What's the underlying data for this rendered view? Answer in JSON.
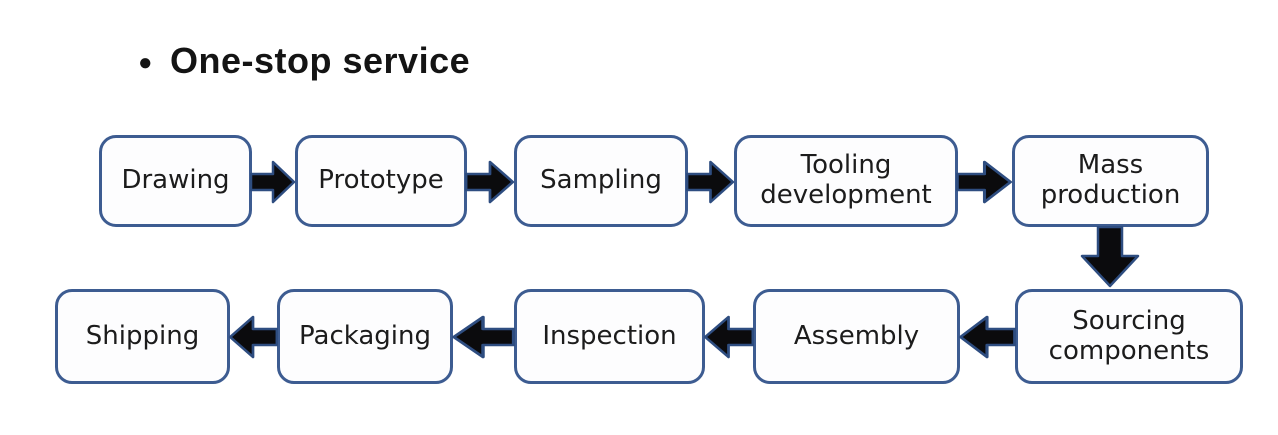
{
  "title": {
    "bullet": "●",
    "text": "One-stop service"
  },
  "flow": {
    "row1": {
      "direction": "left-to-right",
      "boxes": [
        {
          "label": "Drawing"
        },
        {
          "label": "Prototype"
        },
        {
          "label": "Sampling"
        },
        {
          "label": "Tooling\ndevelopment"
        },
        {
          "label": "Mass\nproduction"
        }
      ]
    },
    "row2": {
      "direction": "right-to-left",
      "boxes": [
        {
          "label": "Shipping"
        },
        {
          "label": "Packaging"
        },
        {
          "label": "Inspection"
        },
        {
          "label": "Assembly"
        },
        {
          "label": "Sourcing\ncomponents"
        }
      ]
    },
    "sequence": [
      "Drawing",
      "Prototype",
      "Sampling",
      "Tooling development",
      "Mass production",
      "Sourcing components",
      "Assembly",
      "Inspection",
      "Packaging",
      "Shipping"
    ]
  },
  "colors": {
    "box_border": "#3d5c91",
    "box_fill": "#fdfdfe",
    "arrow_fill": "#0b0b0d",
    "arrow_outline": "#2e4d80",
    "title_text": "#141414",
    "label_text": "#1c1c1c",
    "background": "#ffffff"
  }
}
